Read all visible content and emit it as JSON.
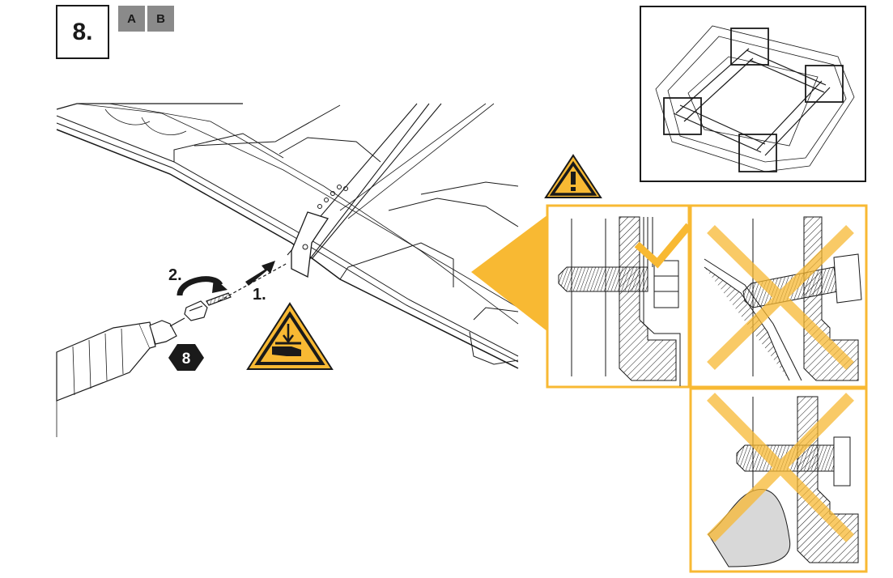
{
  "step": {
    "number": "8."
  },
  "variants": [
    {
      "label": "A"
    },
    {
      "label": "B"
    }
  ],
  "callouts": {
    "push_label": "1.",
    "rotate_label": "2.",
    "nut_size": "8"
  },
  "colors": {
    "accent": "#F8B933",
    "line": "#1a1a1a",
    "tag_gray": "#8a8a8a"
  },
  "icons": {
    "general_warning": "warning-triangle-exclamation-icon",
    "hand_crush_warning": "hand-crush-warning-icon",
    "correct": "check-mark-icon",
    "incorrect": "cross-mark-icon"
  },
  "panels": [
    {
      "name": "correct-fit",
      "status": "correct"
    },
    {
      "name": "overtightened",
      "status": "incorrect"
    },
    {
      "name": "unsupported-wall",
      "status": "incorrect"
    }
  ]
}
